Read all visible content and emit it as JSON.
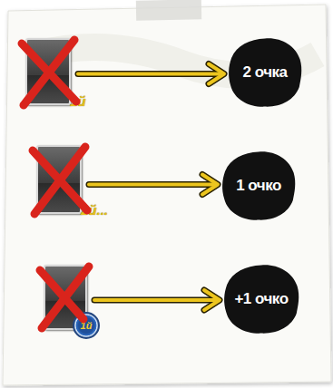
{
  "diagram": {
    "nodes": [
      {
        "text": [
          "1й"
        ]
      },
      {
        "text": [
          "2 очка"
        ]
      },
      {
        "text": [
          "2й..."
        ]
      },
      {
        "text": [
          "1 очко"
        ]
      },
      {
        "text": [
          "1й"
        ]
      },
      {
        "text": [
          "+1 очко"
        ]
      }
    ],
    "edges": [
      {
        "from": 0,
        "to": 1,
        "arrow": "to"
      },
      {
        "from": 2,
        "to": 3,
        "arrow": "to"
      },
      {
        "from": 4,
        "to": 5,
        "arrow": "to"
      }
    ]
  }
}
